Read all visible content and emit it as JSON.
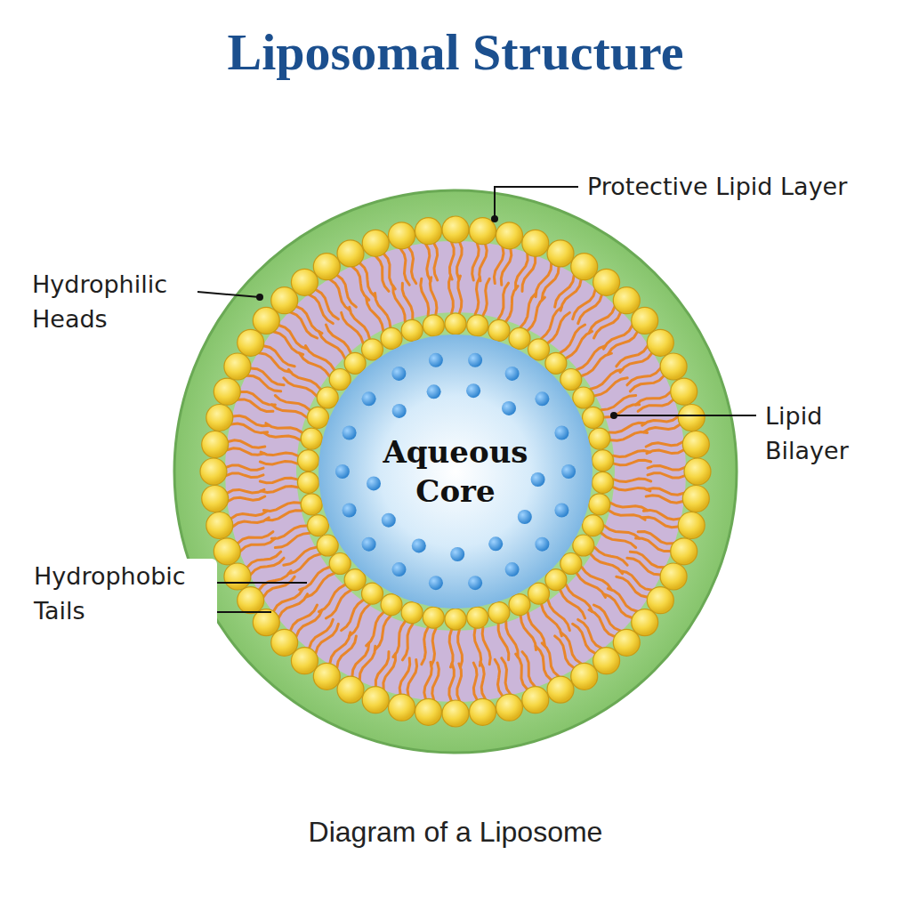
{
  "diagram": {
    "title": "Liposomal Structure",
    "caption": "Diagram of a Liposome",
    "nodes": [
      {
        "text": [
          "Aqueous Core"
        ]
      }
    ],
    "labels": [
      "Protective Lipid Layer",
      "Hydrophilic Heads",
      "Lipid Bilayer",
      "Hydrophobic Tails"
    ]
  }
}
